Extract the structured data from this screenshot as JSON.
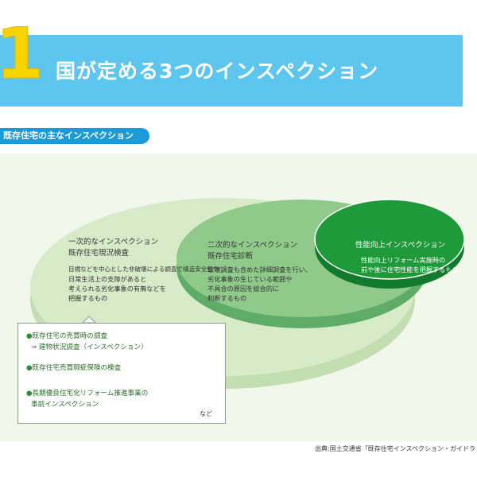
{
  "header": {
    "section_number": "1",
    "title": "国が定める3つのインスペクション"
  },
  "subheading": "既存住宅の主なインスペクション",
  "circles": [
    {
      "title_lines": [
        "一次的なインスペクション",
        "既存住宅現況検査"
      ],
      "body_lines": [
        "目視などを中心とした非破壊による調査で構造安全性や",
        "日常生活上の支障があると",
        "考えられる劣化事象の有無などを",
        "把握するもの"
      ]
    },
    {
      "title_lines": [
        "二次的なインスペクション",
        "既存住宅診断"
      ],
      "body_lines": [
        "破壊調査も含めた詳細調査を行い、",
        "劣化事象の生じている範囲や",
        "不具合の原因を総合的に",
        "判断するもの"
      ]
    },
    {
      "title_lines": [
        "性能向上インスペクション"
      ],
      "body_lines": [
        "性能向上リフォーム実施時の",
        "前や後に住宅性能を把握するもの"
      ]
    }
  ],
  "list": {
    "items": [
      {
        "label": "既存住宅の売買時の調査",
        "sub": "⇒ 建物状況調査（インスペクション）"
      },
      {
        "label": "既存住宅売買瑕疵保険の検査",
        "sub": ""
      },
      {
        "label": "長期優良住宅化リフォーム推進事業の",
        "sub": "事前インスペクション"
      }
    ],
    "etc": "など"
  },
  "source": "出典:国土交通省「既存住宅インスペクション・ガイドラ"
}
